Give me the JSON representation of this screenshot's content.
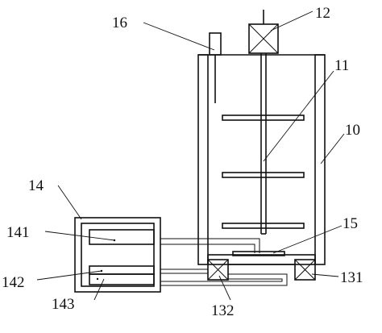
{
  "labels": {
    "l16": "16",
    "l12": "12",
    "l11": "11",
    "l10": "10",
    "l14": "14",
    "l15": "15",
    "l141": "141",
    "l142": "142",
    "l143": "143",
    "l131": "131",
    "l132": "132"
  },
  "colors": {
    "line": "#111111",
    "background": "#ffffff"
  }
}
